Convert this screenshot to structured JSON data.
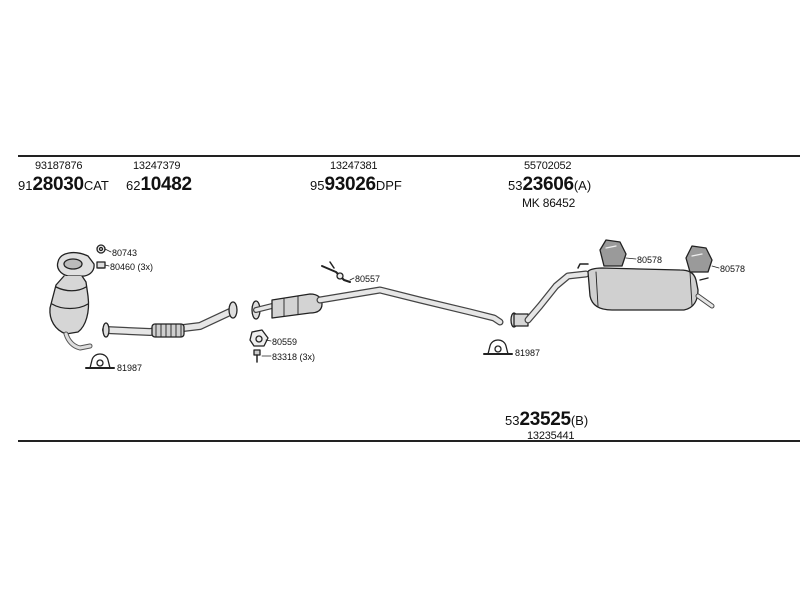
{
  "groups": {
    "g1": {
      "ref": "93187876",
      "pre": "91",
      "main": "28030",
      "suf": "CAT"
    },
    "g2": {
      "ref": "13247379",
      "pre": "62",
      "main": "10482",
      "suf": ""
    },
    "g3": {
      "ref": "13247381",
      "pre": "95",
      "main": "93026",
      "suf": "DPF"
    },
    "g4": {
      "ref": "55702052",
      "pre": "53",
      "main": "23606",
      "suf": "(A)",
      "kit": "MK  86452"
    },
    "g5": {
      "pre": "53",
      "main": "23525",
      "suf": "(B)",
      "ref": "13235441"
    }
  },
  "labels": {
    "p80743": "80743",
    "p80460": "80460 (3x)",
    "p81987a": "81987",
    "p80557": "80557",
    "p80559": "80559",
    "p83318": "83318 (3x)",
    "p81987b": "81987",
    "p80578a": "80578",
    "p80578b": "80578"
  }
}
